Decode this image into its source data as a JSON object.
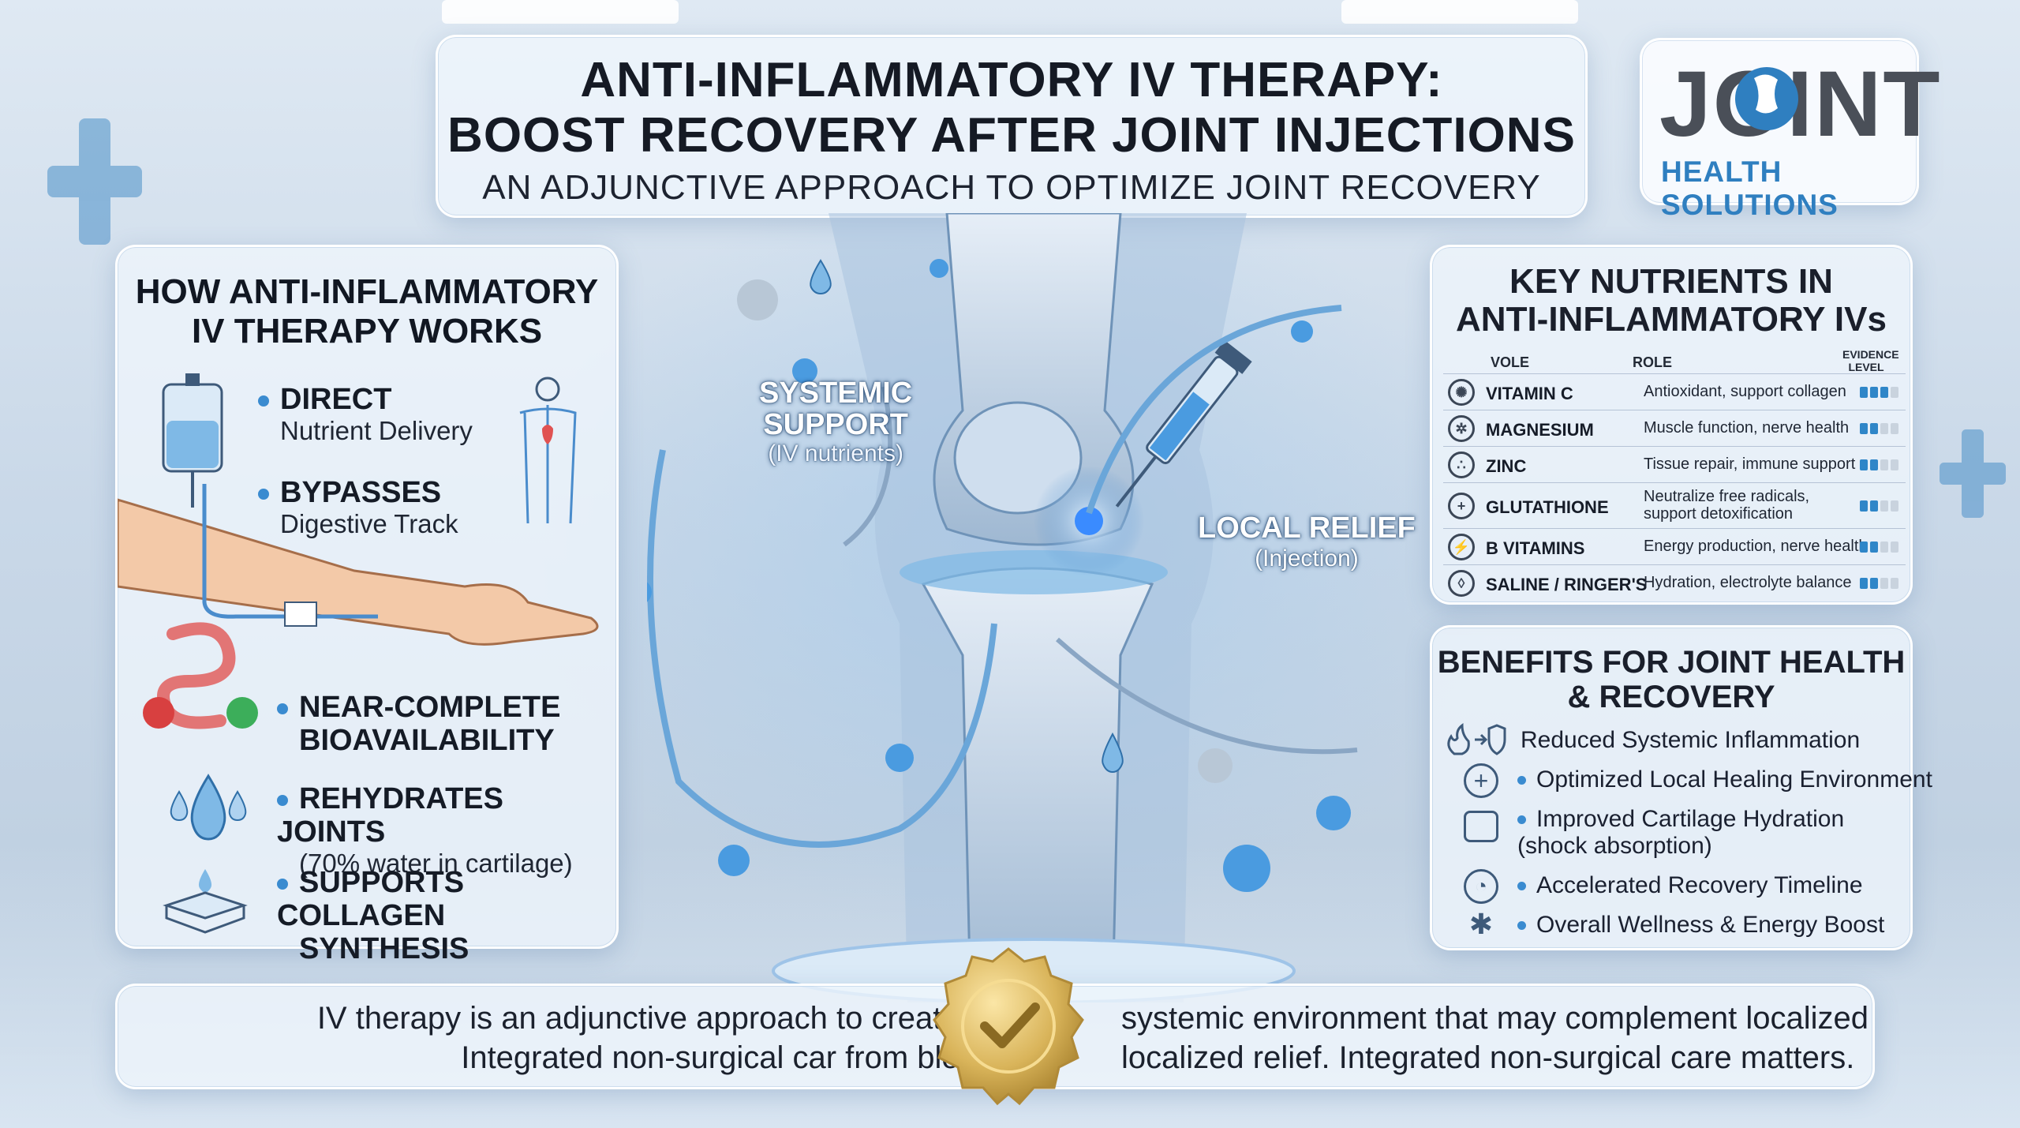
{
  "title": {
    "line1": "ANTI-INFLAMMATORY IV THERAPY:",
    "line2": "BOOST RECOVERY AFTER JOINT INJECTIONS",
    "subtitle": "AN ADJUNCTIVE APPROACH TO OPTIMIZE JOINT RECOVERY"
  },
  "logo": {
    "main": "JOINT",
    "sub": "HEALTH SOLUTIONS"
  },
  "how_it_works": {
    "heading_line1": "HOW ANTI-INFLAMMATORY",
    "heading_line2": "IV THERAPY WORKS",
    "items": [
      {
        "title": "DIRECT",
        "sub": "Nutrient Delivery"
      },
      {
        "title": "BYPASSES",
        "sub": "Digestive Track"
      },
      {
        "title": "NEAR-COMPLETE",
        "title2": "BIOAVAILABILITY"
      },
      {
        "title": "REHYDRATES JOINTS",
        "sub": "(70% water in cartilage)"
      },
      {
        "title": "SUPPORTS COLLAGEN",
        "title2": "SYNTHESIS"
      }
    ]
  },
  "center_labels": {
    "systemic_line1": "SYSTEMIC",
    "systemic_line2": "SUPPORT",
    "systemic_sub": "(IV nutrients)",
    "local": "LOCAL RELIEF",
    "local_sub": "(Injection)"
  },
  "nutrients": {
    "heading_line1": "KEY NUTRIENTS IN",
    "heading_line2": "ANTI-INFLAMMATORY IVs",
    "columns": {
      "col1": "VOLE",
      "col2": "ROLE",
      "col3_line1": "EVIDENCE",
      "col3_line2": "LEVEL"
    },
    "rows": [
      {
        "name": "VITAMIN C",
        "role": "Antioxidant, support collagen",
        "role2": "",
        "icon": "citrus-icon",
        "evidence": 3
      },
      {
        "name": "MAGNESIUM",
        "role": "Muscle function, nerve health",
        "role2": "",
        "icon": "molecule-icon",
        "evidence": 2
      },
      {
        "name": "ZINC",
        "role": "Tissue repair, immune support",
        "role2": "",
        "icon": "cells-icon",
        "evidence": 2
      },
      {
        "name": "GLUTATHIONE",
        "role": "Neutralize free radicals,",
        "role2": "support detoxification",
        "icon": "shield-icon",
        "evidence": 2
      },
      {
        "name": "B VITAMINS",
        "role": "Energy production, nerve health",
        "role2": "",
        "icon": "energy-icon",
        "evidence": 2
      },
      {
        "name": "SALINE / RINGER'S",
        "role": "Hydration, electrolyte balance",
        "role2": "",
        "icon": "droplet-icon",
        "evidence": 2
      }
    ]
  },
  "benefits": {
    "heading_line1": "BENEFITS FOR JOINT HEALTH",
    "heading_line2": "& RECOVERY",
    "items": [
      {
        "text": "Reduced Systemic Inflammation",
        "text2": "",
        "icon": "flame-shield-icon"
      },
      {
        "text": "Optimized Local Healing Environment",
        "text2": "",
        "icon": "medical-cross-icon"
      },
      {
        "text": "Improved Cartilage Hydration",
        "text2": "(shock absorption)",
        "icon": "cartilage-drop-icon"
      },
      {
        "text": "Accelerated Recovery Timeline",
        "text2": "",
        "icon": "clock-icon"
      },
      {
        "text": "Overall Wellness & Energy Boost",
        "text2": "",
        "icon": "person-energy-icon"
      }
    ]
  },
  "footer": {
    "left_line1": "IV therapy is an adjunctive approach to create a",
    "left_line2": "Integrated non-surgical car from blog.",
    "right_line1": "systemic environment that may complement localized",
    "right_line2": "localized relief. Integrated non-surgical care matters."
  },
  "colors": {
    "accent": "#2f86c8",
    "text": "#151a24",
    "gold": "#d9b45a"
  }
}
